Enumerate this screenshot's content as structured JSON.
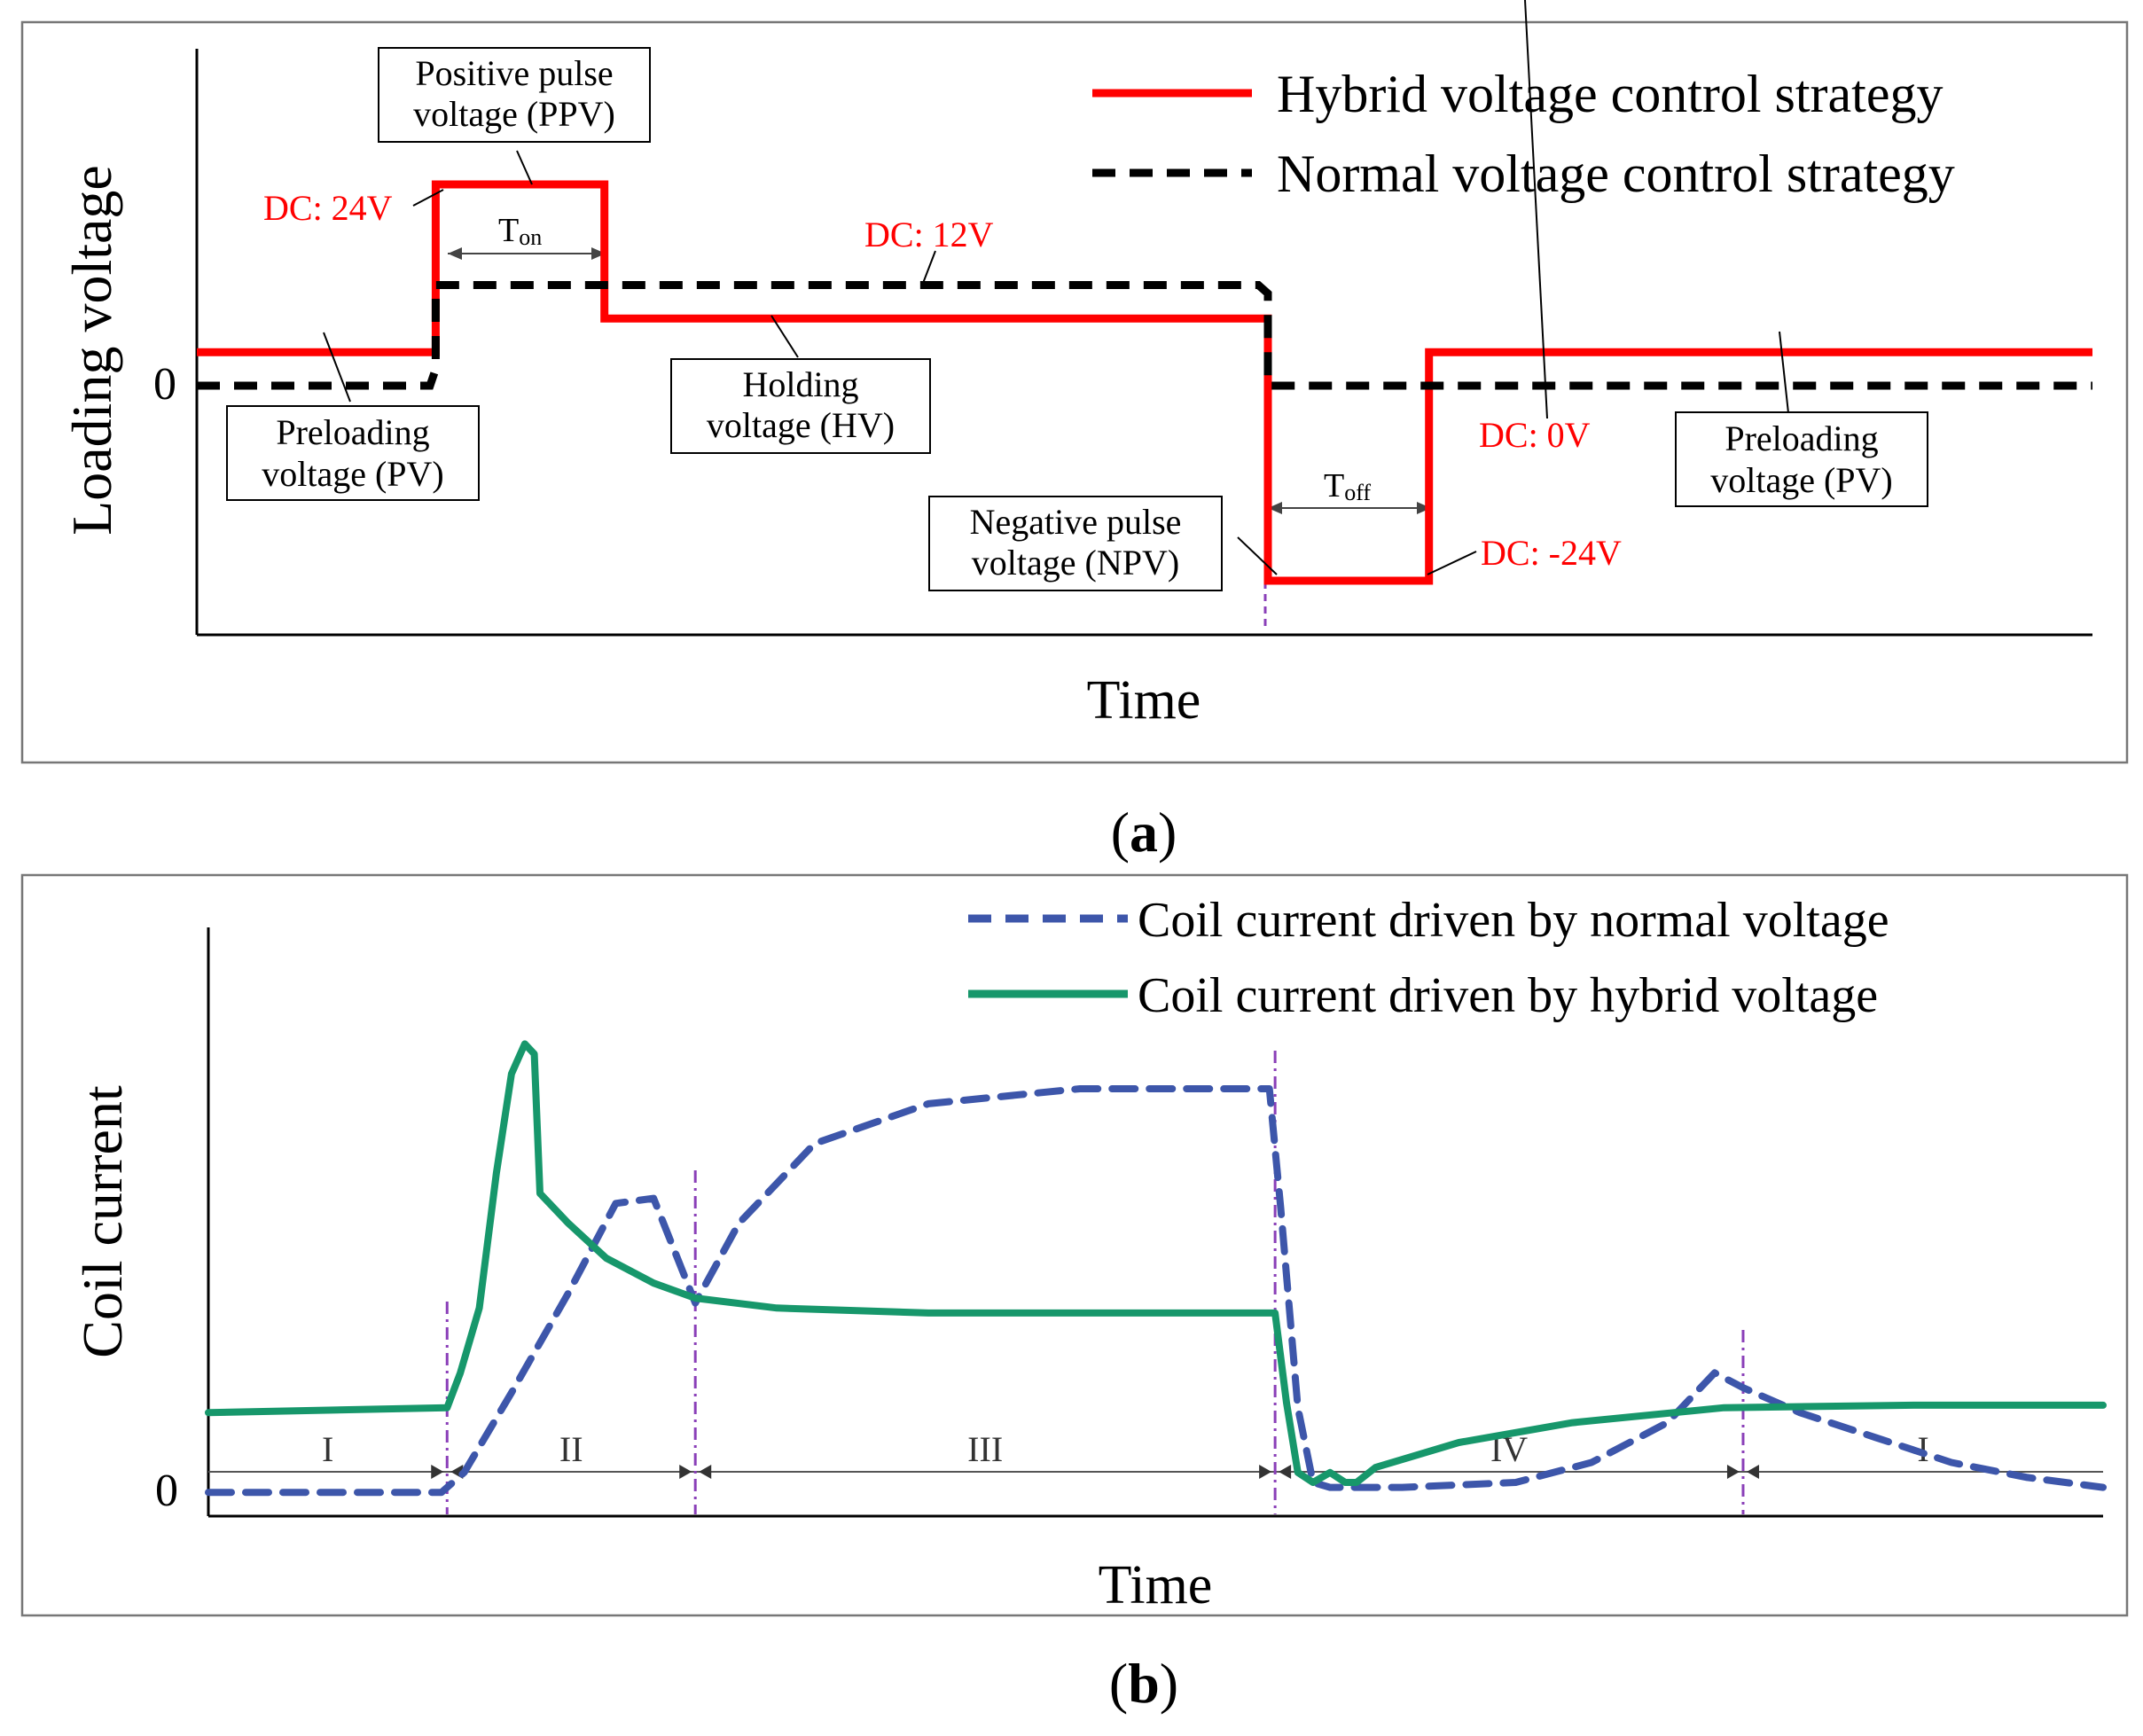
{
  "colors": {
    "hybrid_voltage": "#ff0000",
    "normal_voltage": "#000000",
    "normal_current": "#3d56aa",
    "hybrid_current": "#17976b",
    "marker_line": "#8a3fb8",
    "annotation_red": "#ff0000",
    "frame": "#777777"
  },
  "panels": {
    "a": {
      "caption_open": "(",
      "caption_letter": "a",
      "caption_close": ")"
    },
    "b": {
      "caption_open": "(",
      "caption_letter": "b",
      "caption_close": ")"
    }
  },
  "chart_data": [
    {
      "type": "line",
      "panel": "a",
      "xlabel": "Time",
      "ylabel": "Loading voltage",
      "yticks": [
        "0"
      ],
      "legend": {
        "placement": "top-right",
        "entries": [
          {
            "label": "Hybrid voltage control strategy",
            "style": "solid",
            "color": "#ff0000"
          },
          {
            "label": "Normal voltage control strategy",
            "style": "dashed",
            "color": "#000000"
          }
        ]
      },
      "x_range": [
        0,
        100
      ],
      "y_range": [
        -40,
        80
      ],
      "series": [
        {
          "name": "Hybrid voltage control strategy",
          "style": "solid",
          "color": "#ff0000",
          "x": [
            0,
            12.6,
            12.6,
            21.5,
            21.5,
            56.5,
            56.5,
            65.0,
            65.0,
            100
          ],
          "y": [
            4,
            4,
            24,
            24,
            8,
            8,
            -24,
            -24,
            4,
            4
          ]
        },
        {
          "name": "Normal voltage control strategy",
          "style": "dashed",
          "color": "#000000",
          "x": [
            0,
            12.3,
            12.6,
            12.6,
            56.0,
            56.5,
            56.5,
            100
          ],
          "y": [
            0,
            0,
            2,
            12,
            12,
            11,
            0,
            0
          ]
        }
      ],
      "annotations": {
        "dc24": "DC: 24V",
        "dc12": "DC: 12V",
        "dc0": "DC: 0V",
        "dcm24": "DC: -24V",
        "ppv": [
          "Positive pulse",
          "voltage (PPV)"
        ],
        "hv": [
          "Holding",
          "voltage (HV)"
        ],
        "pv1": [
          "Preloading",
          "voltage (PV)"
        ],
        "pv2": [
          "Preloading",
          "voltage (PV)"
        ],
        "npv": [
          "Negative pulse",
          "voltage (NPV)"
        ],
        "ton_main": "T",
        "ton_sub": "on",
        "toff_main": "T",
        "toff_sub": "off"
      }
    },
    {
      "type": "line",
      "panel": "b",
      "xlabel": "Time",
      "ylabel": "Coil current",
      "yticks": [
        "0"
      ],
      "legend": {
        "placement": "top-right",
        "entries": [
          {
            "label": "Coil current driven by normal voltage",
            "style": "dashed",
            "color": "#3d56aa"
          },
          {
            "label": "Coil current driven by hybrid voltage",
            "style": "solid",
            "color": "#17976b"
          }
        ]
      },
      "x_range": [
        0,
        100
      ],
      "y_range": [
        -0.05,
        1.2
      ],
      "stage_boundaries": [
        12.6,
        25.7,
        56.3,
        81.0
      ],
      "stage_labels": [
        "I",
        "II",
        "III",
        "IV",
        "I"
      ],
      "series": [
        {
          "name": "Coil current driven by normal voltage",
          "style": "dashed",
          "color": "#3d56aa",
          "x": [
            0,
            12.3,
            13.5,
            16,
            19,
            21.5,
            23.5,
            25.7,
            28,
            32,
            38,
            46,
            56,
            56.6,
            57.5,
            58.3,
            59.2,
            63,
            69,
            73,
            77,
            79.5,
            81,
            84,
            88,
            92,
            96,
            100
          ],
          "y": [
            -0.02,
            -0.02,
            0.02,
            0.18,
            0.38,
            0.56,
            0.57,
            0.36,
            0.52,
            0.68,
            0.76,
            0.79,
            0.79,
            0.55,
            0.15,
            0.0,
            -0.01,
            -0.01,
            0.0,
            0.04,
            0.12,
            0.22,
            0.19,
            0.14,
            0.09,
            0.04,
            0.01,
            -0.01
          ]
        },
        {
          "name": "Coil current driven by hybrid voltage",
          "style": "solid",
          "color": "#17976b",
          "x": [
            0,
            12.6,
            13.3,
            14.3,
            15.2,
            16.0,
            16.7,
            17.2,
            17.5,
            19,
            21,
            23.5,
            25.7,
            30,
            38,
            46,
            56.3,
            56.9,
            57.5,
            58.3,
            59.2,
            60,
            60.6,
            61.6,
            66,
            72,
            80,
            90,
            100
          ],
          "y": [
            0.14,
            0.15,
            0.22,
            0.35,
            0.62,
            0.82,
            0.88,
            0.86,
            0.58,
            0.52,
            0.45,
            0.4,
            0.37,
            0.35,
            0.34,
            0.34,
            0.34,
            0.16,
            0.02,
            0.0,
            0.02,
            0.0,
            0.0,
            0.03,
            0.08,
            0.12,
            0.15,
            0.155,
            0.155
          ]
        }
      ]
    }
  ]
}
